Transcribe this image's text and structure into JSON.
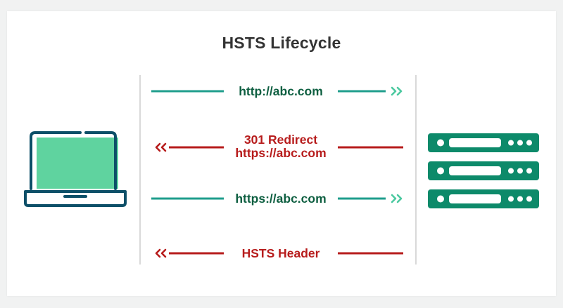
{
  "diagram": {
    "title": "HSTS Lifecycle",
    "messages": [
      {
        "text": "http://abc.com",
        "direction": "client-to-server",
        "color": "#1f9e8c"
      },
      {
        "text_line1": "301 Redirect",
        "text_line2": "https://abc.com",
        "direction": "server-to-client",
        "color": "#b71c1c"
      },
      {
        "text": "https://abc.com",
        "direction": "client-to-server",
        "color": "#1f9e8c"
      },
      {
        "text": "HSTS Header",
        "direction": "server-to-client",
        "color": "#b71c1c"
      }
    ],
    "client_icon": "laptop-icon",
    "server_icon": "server-rack-icon",
    "colors": {
      "teal_line": "#1f9e8c",
      "teal_label": "#0e5f41",
      "red": "#b71c1c",
      "green_chevron": "#4cc9a0",
      "server": "#0d8a6a",
      "laptop_outline": "#0d4f68",
      "laptop_screen": "#5fd39f"
    }
  }
}
